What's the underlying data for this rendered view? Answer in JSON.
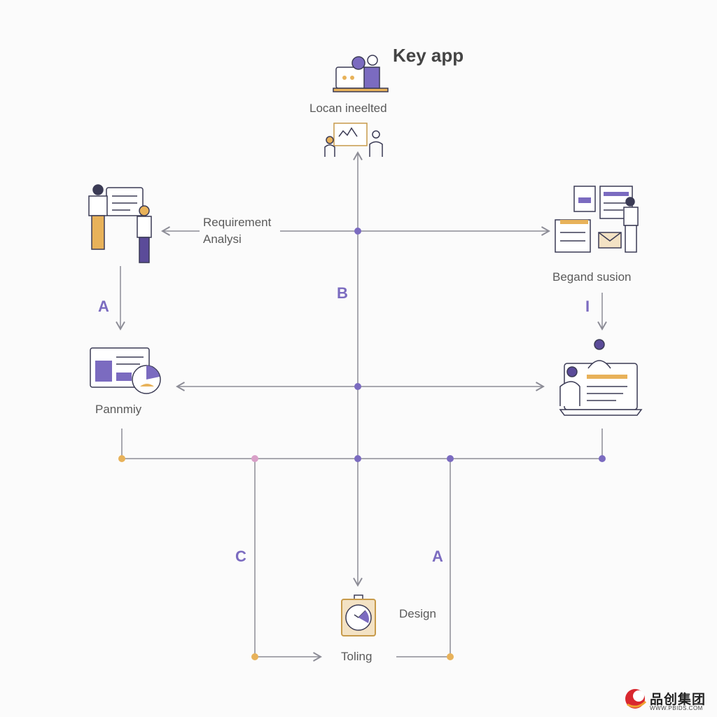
{
  "title": "Key app",
  "labels": {
    "top_caption": "Locan ineelted",
    "requirement_line1": "Requirement",
    "requirement_line2": "Analysi",
    "right_caption": "Begand susion",
    "left_caption": "Pannmiy",
    "design": "Design",
    "toling": "Toling"
  },
  "letters": {
    "left_arrow": "A",
    "center_vertical": "B",
    "right_arrow": "I",
    "lower_left": "C",
    "lower_right": "A"
  },
  "watermark": {
    "main": "品创集团",
    "sub": "WWW.PBIDS.COM"
  },
  "colors": {
    "line": "#8c8c96",
    "purple": "#7b6bc0",
    "orange": "#e8b25a",
    "dark": "#3b3b55"
  },
  "icons": [
    "laptop-chat-icon",
    "team-board-icon",
    "people-discussion-icon",
    "documents-person-icon",
    "chart-report-icon",
    "team-laptop-icon",
    "clock-icon",
    "brand-logo-icon"
  ]
}
